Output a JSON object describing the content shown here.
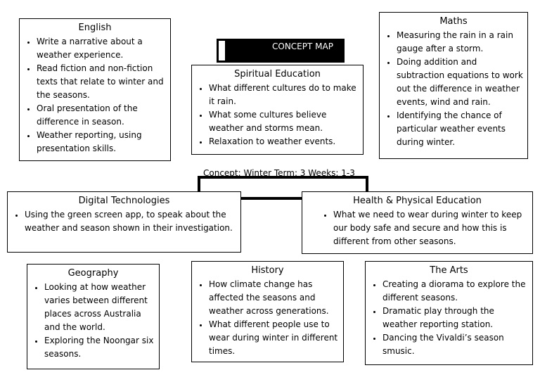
{
  "title": "CONCEPT MAP",
  "concept": "Concept: Winter Term: 3 Weeks: 1-3",
  "boxes": {
    "english": {
      "heading": "English",
      "items": [
        "Write a narrative about a weather experience.",
        "Read fiction and non-fiction texts that relate to winter and the seasons.",
        "Oral presentation of the difference in season.",
        "Weather reporting, using presentation skills."
      ]
    },
    "maths": {
      "heading": "Maths",
      "items": [
        "Measuring the rain in a rain gauge after a storm.",
        "Doing addition and subtraction equations to work out the difference in weather events, wind and rain.",
        "Identifying the chance of particular weather events during winter."
      ]
    },
    "spiritual": {
      "heading": "Spiritual Education",
      "items": [
        "What different cultures do to make it rain.",
        "What some cultures believe weather and storms mean.",
        "Relaxation to weather events."
      ]
    },
    "digital": {
      "heading": "Digital Technologies",
      "items": [
        "Using the green screen app, to speak about the weather and season shown in their investigation."
      ]
    },
    "health": {
      "heading": "Health & Physical Education",
      "items": [
        "What we need to wear during winter to keep our body safe and secure and how this is different from other seasons."
      ]
    },
    "geography": {
      "heading": "Geography",
      "items": [
        "Looking at how weather varies between different places across Australia and the world.",
        "Exploring the Noongar six seasons."
      ]
    },
    "history": {
      "heading": "History",
      "items": [
        "How climate change has affected the seasons and weather across generations.",
        "What different people use to wear during winter in different times."
      ]
    },
    "arts": {
      "heading": "The Arts",
      "items": [
        "Creating a diorama to explore the different seasons.",
        "Dramatic play through the weather reporting station.",
        "Dancing the Vivaldi’s season smusic."
      ]
    }
  }
}
